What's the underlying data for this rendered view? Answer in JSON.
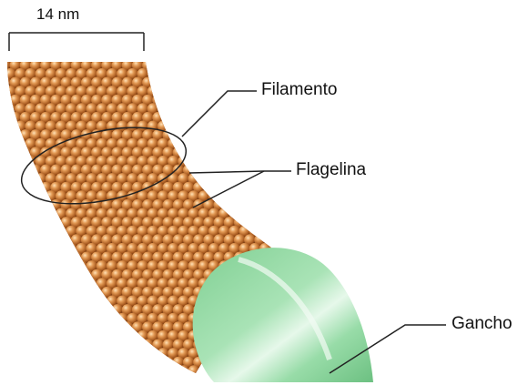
{
  "labels": {
    "scale": "14 nm",
    "filamento": "Filamento",
    "flagelina": "Flagelina",
    "gancho": "Gancho"
  },
  "colors": {
    "filament_fill": "#b86d2c",
    "bead_dark": "#7a3e12",
    "bead_light": "#f3bd82",
    "hook_fill": "#88d69c",
    "hook_highlight": "#d8f4df",
    "line": "#222222"
  }
}
